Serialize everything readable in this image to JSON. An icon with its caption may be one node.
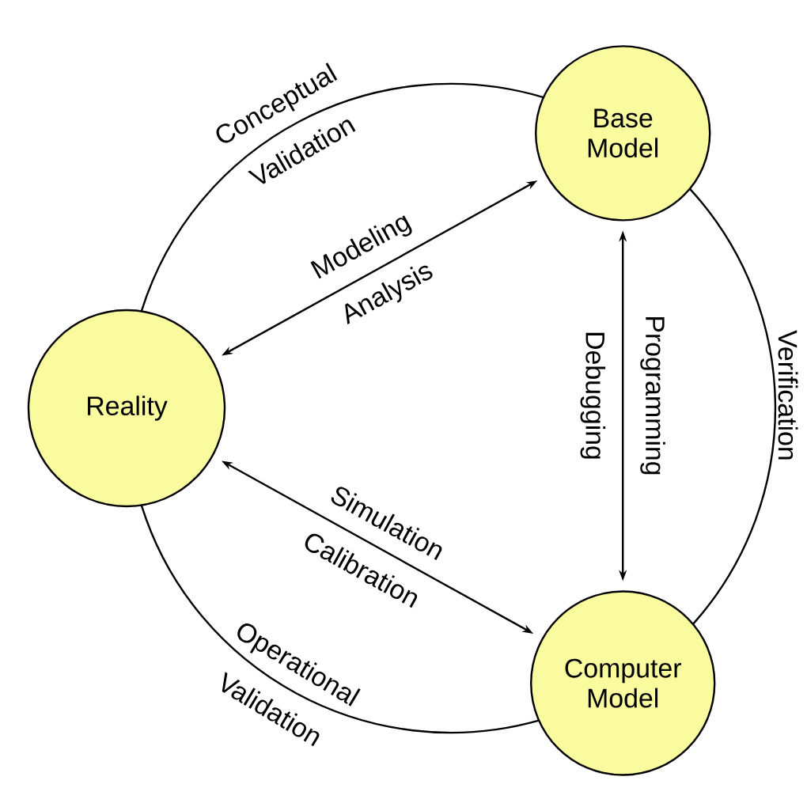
{
  "diagram": {
    "nodes": [
      {
        "text": [
          "Reality"
        ]
      },
      {
        "text": [
          "Base Model"
        ]
      },
      {
        "text": [
          "Computer Model"
        ]
      }
    ],
    "edges": [
      {
        "from": 0,
        "to": 1,
        "arrow": "none",
        "label": "Conceptual Validation"
      },
      {
        "from": 1,
        "to": 2,
        "arrow": "none",
        "label": "Verification"
      },
      {
        "from": 2,
        "to": 0,
        "arrow": "none",
        "label": "Operational Validation"
      },
      {
        "from": 0,
        "to": 1,
        "arrow": "both",
        "label": "Modeling Analysis"
      },
      {
        "from": 1,
        "to": 2,
        "arrow": "both",
        "label": "Programming Debugging"
      },
      {
        "from": 0,
        "to": 2,
        "arrow": "both",
        "label": "Simulation Calibration"
      }
    ]
  }
}
